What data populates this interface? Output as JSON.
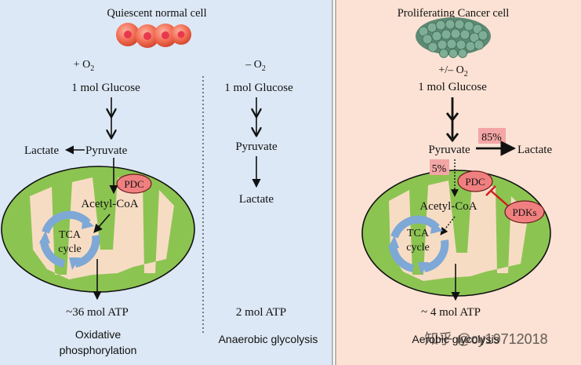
{
  "colors": {
    "left_bg": "#dce8f5",
    "right_bg": "#fbe2d4",
    "mito_outer": "#8cc452",
    "mito_inner": "#f7dcc4",
    "pdc_fill": "#f08080",
    "pct_fill": "#f4a6a6",
    "cycle_arrow": "#7ea8d6",
    "cancer_cell": "#6a9a82"
  },
  "left": {
    "title": "Quiescent normal cell",
    "oxy_plus": "+ O",
    "oxy_sub": "2",
    "glucose": "1 mol Glucose",
    "lactate": "Lactate",
    "pyruvate": "Pyruvate",
    "pdc": "PDC",
    "acetyl": "Acetyl-CoA",
    "tca_1": "TCA",
    "tca_2": "cycle",
    "atp": "~36 mol ATP",
    "process_1": "Oxidative",
    "process_2": "phosphorylation"
  },
  "middle": {
    "oxy_minus": "– O",
    "oxy_sub": "2",
    "glucose": "1 mol Glucose",
    "pyruvate": "Pyruvate",
    "lactate": "Lactate",
    "atp": "2 mol ATP",
    "process": "Anaerobic glycolysis"
  },
  "right": {
    "title": "Proliferating Cancer cell",
    "oxy": "+/– O",
    "oxy_sub": "2",
    "glucose": "1 mol Glucose",
    "pyruvate": "Pyruvate",
    "lactate": "Lactate",
    "pct_85": "85%",
    "pct_5": "5%",
    "pdc": "PDC",
    "pdks": "PDKs",
    "acetyl": "Acetyl-CoA",
    "tca_1": "TCA",
    "tca_2": "cycle",
    "atp": "~ 4 mol ATP",
    "process": "Aerobic glycolysis"
  },
  "watermark": "知乎 @cy19712018"
}
